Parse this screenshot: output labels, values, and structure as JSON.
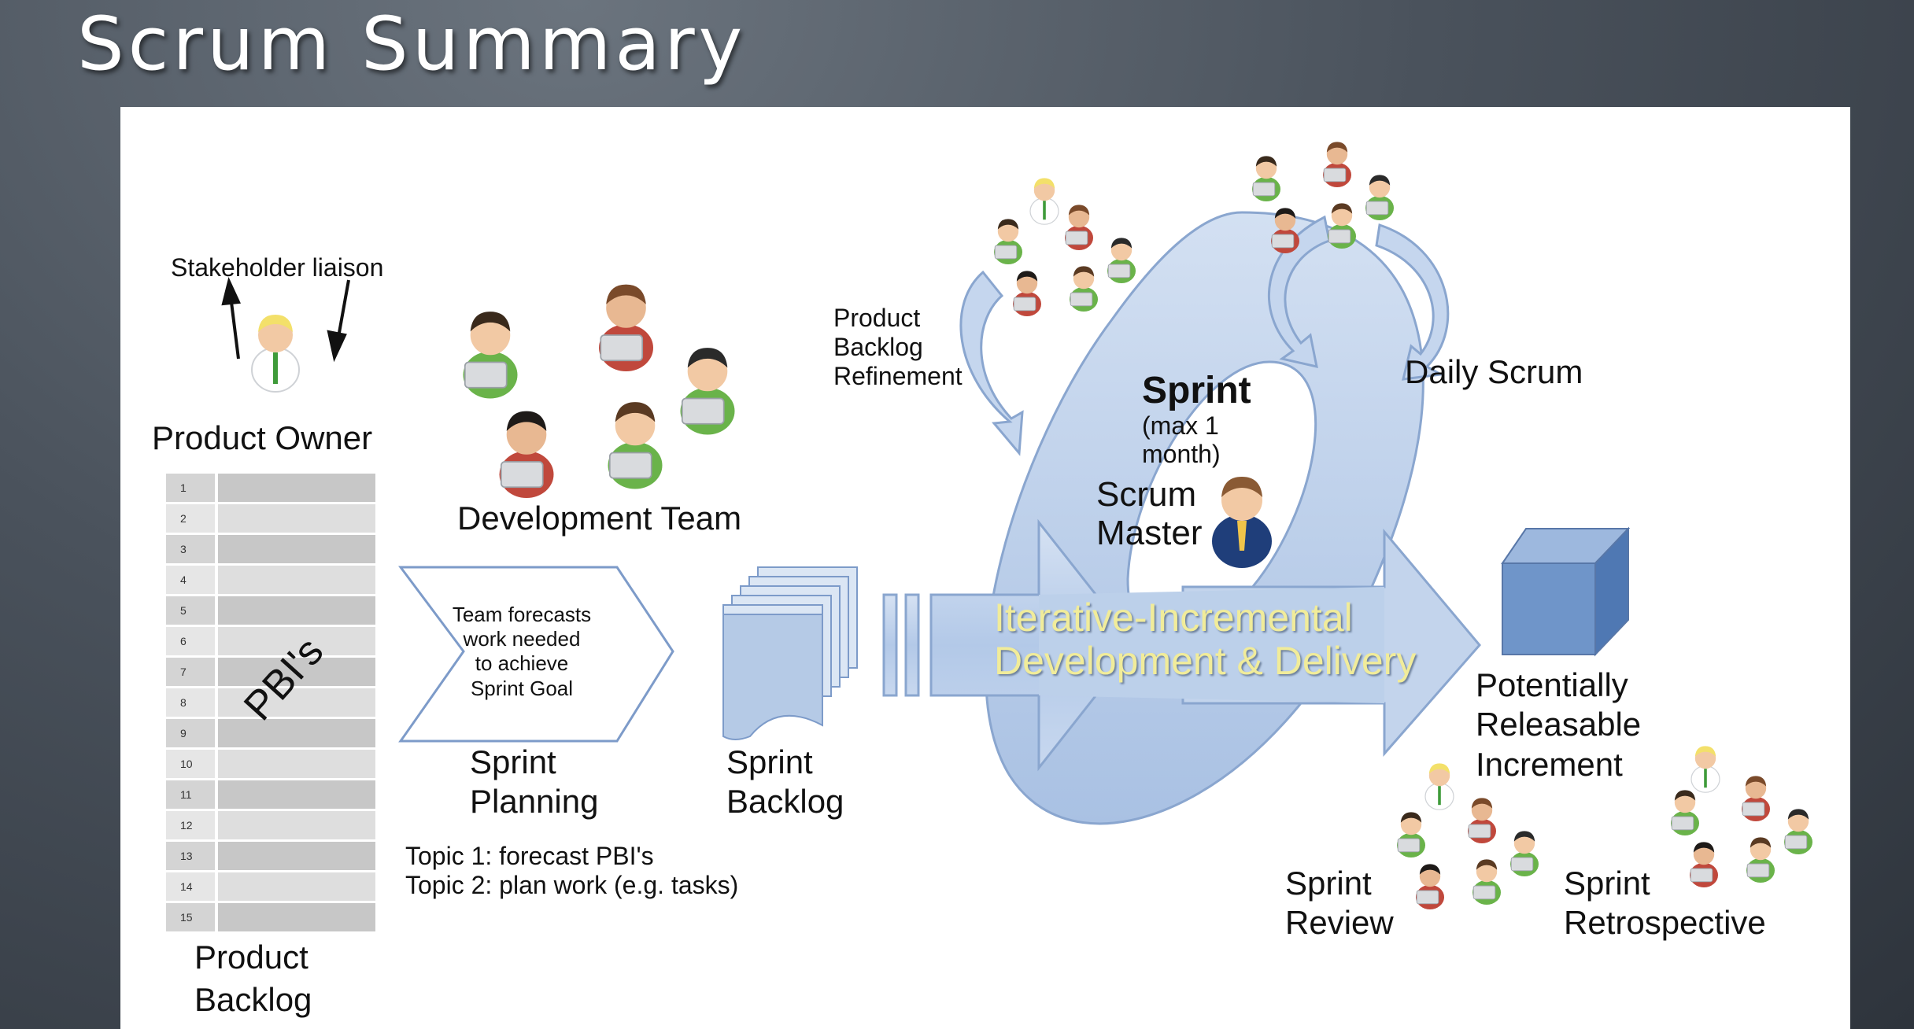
{
  "slide": {
    "title": "Scrum Summary"
  },
  "product_owner": {
    "stakeholder_label": "Stakeholder liaison",
    "label": "Product Owner"
  },
  "product_backlog": {
    "rows": [
      "1",
      "2",
      "3",
      "4",
      "5",
      "6",
      "7",
      "8",
      "9",
      "10",
      "11",
      "12",
      "13",
      "14",
      "15"
    ],
    "overlay": "PBI's",
    "label_line1": "Product",
    "label_line2": "Backlog"
  },
  "dev_team": {
    "label": "Development Team"
  },
  "sprint_planning": {
    "arrow_lines": [
      "Team forecasts",
      "work needed",
      "to achieve",
      "Sprint Goal"
    ],
    "label_line1": "Sprint",
    "label_line2": "Planning",
    "topics": [
      "Topic 1: forecast PBI's",
      "Topic 2: plan work (e.g. tasks)"
    ]
  },
  "sprint_backlog": {
    "label_line1": "Sprint",
    "label_line2": "Backlog"
  },
  "refinement": {
    "lines": [
      "Product",
      "Backlog",
      "Refinement"
    ]
  },
  "sprint": {
    "title": "Sprint",
    "sub_line1": "(max 1",
    "sub_line2": "month)"
  },
  "scrum_master": {
    "label_line1": "Scrum",
    "label_line2": "Master"
  },
  "daily_scrum": {
    "label": "Daily Scrum"
  },
  "delivery_arrow": {
    "line1": "Iterative-Incremental",
    "line2": "Development & Delivery"
  },
  "increment": {
    "lines": [
      "Potentially",
      "Releasable",
      "Increment"
    ]
  },
  "sprint_review": {
    "label_line1": "Sprint",
    "label_line2": "Review"
  },
  "sprint_retro": {
    "label_line1": "Sprint",
    "label_line2": "Retrospective"
  },
  "colors": {
    "flow_fill": "#b9cde8",
    "flow_stroke": "#8aa6cf",
    "cube_front": "#6f95c9",
    "highlight_text": "#f1ec9a",
    "team_shirt": "#6ab34a",
    "team_shirt_alt": "#c0483c"
  }
}
